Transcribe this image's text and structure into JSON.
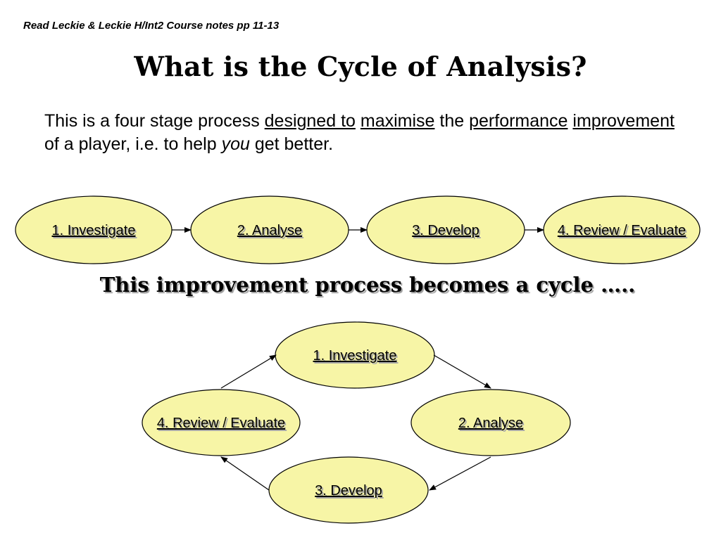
{
  "header": {
    "reading_note": "Read Leckie & Leckie H/Int2 Course notes pp 11-13",
    "title": "What is the Cycle of Analysis?"
  },
  "intro": {
    "part1": "This is a four stage process ",
    "designed_to": "designed to",
    "space1": " ",
    "maximise": "maximise",
    "part2": " the ",
    "performance": "performance",
    "space2": " ",
    "improvement": "improvement ",
    "part3": "of a player, i.e. to help ",
    "you": "you",
    "part4": " get better."
  },
  "linear_flow": {
    "stages": [
      "1. Investigate",
      "2. Analyse",
      "3. Develop",
      "4. Review / Evaluate"
    ]
  },
  "subtitle": "This improvement process becomes a cycle …..",
  "cycle": {
    "stages": [
      "1. Investigate",
      "2. Analyse",
      "3. Develop",
      "4. Review / Evaluate"
    ]
  },
  "colors": {
    "node_fill": "#f7f5a6",
    "node_border": "#000000",
    "text": "#000000"
  }
}
